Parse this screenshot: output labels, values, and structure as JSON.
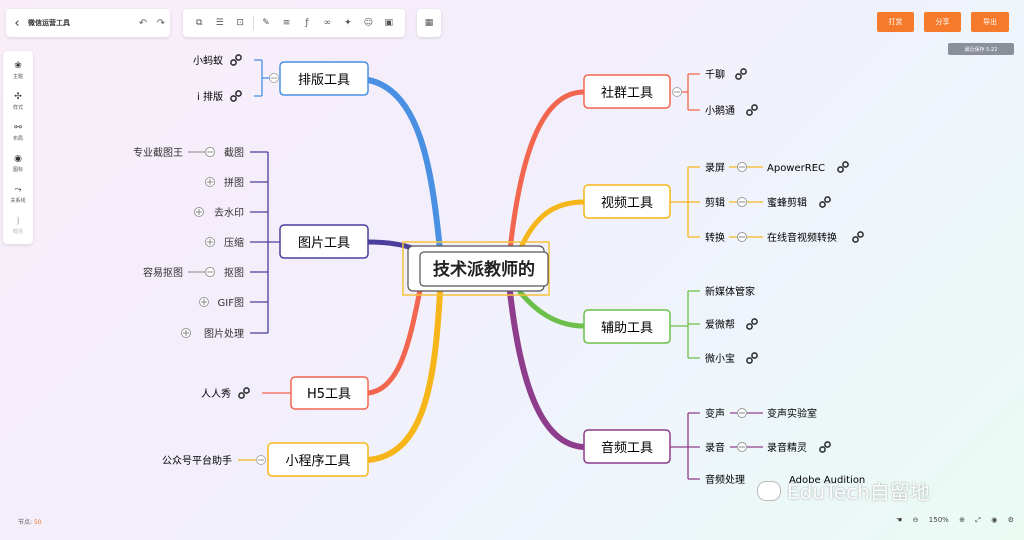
{
  "header": {
    "title": "微信运营工具",
    "actions": {
      "print": "打赏",
      "share": "分享",
      "export": "导出"
    },
    "autosave": "最近保存 5:22"
  },
  "sidebar": [
    {
      "label": "主题",
      "icon": "theme-icon"
    },
    {
      "label": "样式",
      "icon": "style-icon"
    },
    {
      "label": "布局",
      "icon": "layout-icon"
    },
    {
      "label": "图标",
      "icon": "marker-icon"
    },
    {
      "label": "关系线",
      "icon": "relation-icon"
    },
    {
      "label": "概括",
      "icon": "summary-icon"
    }
  ],
  "status": {
    "nodes_label": "节点:",
    "nodes_count": "50",
    "zoom": "150%"
  },
  "mindmap": {
    "root": "技术派教师的",
    "branches": {
      "layout": {
        "label": "排版工具",
        "items": [
          "小蚂蚁",
          "i 排版"
        ]
      },
      "image": {
        "label": "图片工具",
        "items": [
          "截图",
          "拼图",
          "去水印",
          "压缩",
          "抠图",
          "GIF图",
          "图片处理"
        ],
        "sub": {
          "jt": "专业截图王",
          "kt": "容易抠图"
        }
      },
      "h5": {
        "label": "H5工具",
        "items": [
          "人人秀"
        ]
      },
      "mini": {
        "label": "小程序工具",
        "items": [
          "公众号平台助手"
        ]
      },
      "community": {
        "label": "社群工具",
        "items": [
          "千聊",
          "小鹅通"
        ]
      },
      "video": {
        "label": "视频工具",
        "items": [
          "录屏",
          "剪辑",
          "转换"
        ],
        "sub": [
          "ApowerREC",
          "蜜蜂剪辑",
          "在线音视频转换"
        ]
      },
      "assist": {
        "label": "辅助工具",
        "items": [
          "新媒体管家",
          "爱微帮",
          "微小宝"
        ]
      },
      "audio": {
        "label": "音频工具",
        "items": [
          "变声",
          "录音",
          "音频处理"
        ],
        "sub": [
          "变声实验室",
          "录音精灵",
          "Adobe Audition"
        ]
      }
    }
  },
  "watermark": "EduTech自留地",
  "colors": {
    "accent": "#f57a2c",
    "layout": "#4a90e2",
    "image": "#4b3f9c",
    "h5": "#f2654e",
    "mini": "#f6b619",
    "community": "#f2654e",
    "video": "#f6b619",
    "assist": "#6cc04a",
    "audio": "#8e3c8c"
  }
}
